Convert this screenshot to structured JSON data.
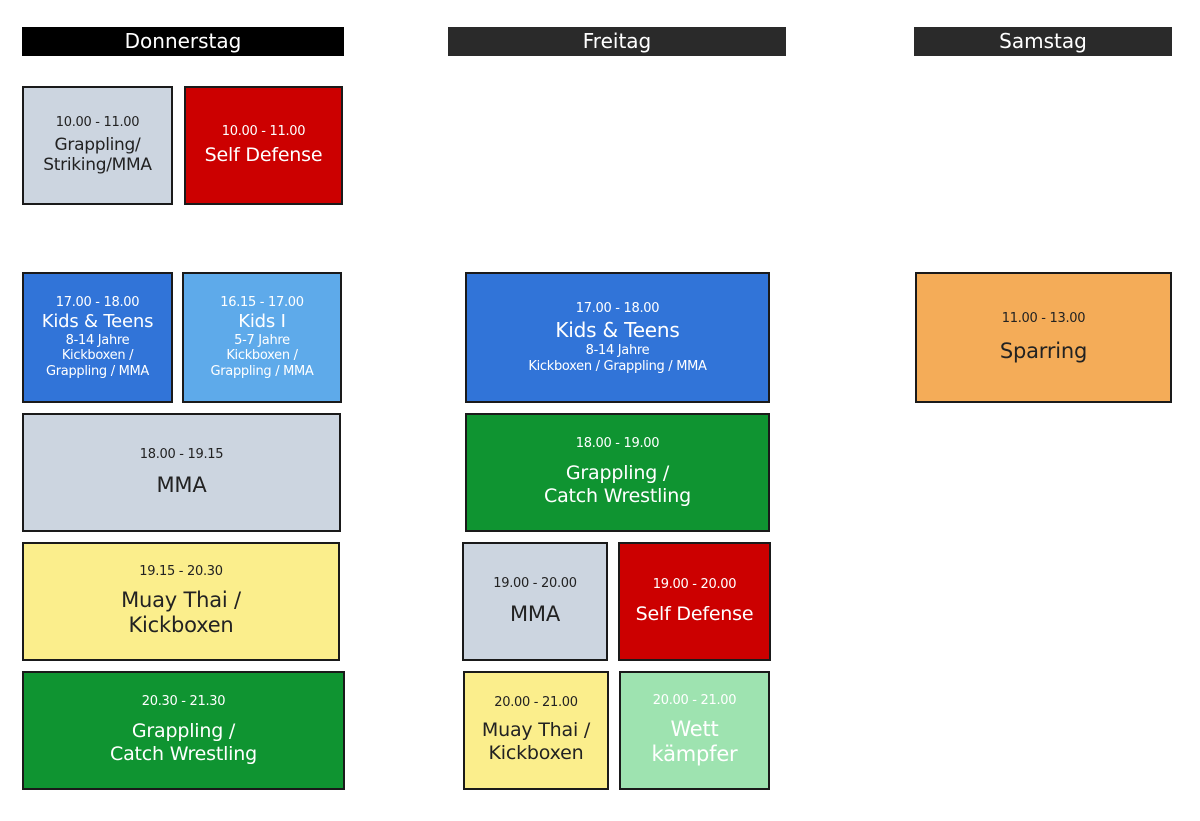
{
  "days": {
    "thursday": "Donnerstag",
    "friday": "Freitag",
    "saturday": "Samstag"
  },
  "sessions": {
    "do_grappling_striking": {
      "time": "10.00 - 11.00",
      "name_1": "Grappling/",
      "name_2": "Striking/MMA"
    },
    "do_self_defense": {
      "time": "10.00 - 11.00",
      "name": "Self Defense"
    },
    "do_kids_teens": {
      "time": "17.00 - 18.00",
      "name": "Kids & Teens",
      "age": "8-14 Jahre",
      "disc_1": "Kickboxen /",
      "disc_2": "Grappling / MMA"
    },
    "do_kids_1": {
      "time": "16.15 - 17.00",
      "name": "Kids I",
      "age": "5-7 Jahre",
      "disc_1": "Kickboxen /",
      "disc_2": "Grappling / MMA"
    },
    "do_mma": {
      "time": "18.00 - 19.15",
      "name": "MMA"
    },
    "do_muay_thai": {
      "time": "19.15 - 20.30",
      "name_1": "Muay Thai /",
      "name_2": "Kickboxen"
    },
    "do_grappling_catch": {
      "time": "20.30 - 21.30",
      "name_1": "Grappling /",
      "name_2": "Catch Wrestling"
    },
    "fr_kids_teens": {
      "time": "17.00 - 18.00",
      "name": "Kids & Teens",
      "age": "8-14 Jahre",
      "disc": "Kickboxen / Grappling / MMA"
    },
    "fr_grappling_catch": {
      "time": "18.00 - 19.00",
      "name_1": "Grappling /",
      "name_2": "Catch Wrestling"
    },
    "fr_mma": {
      "time": "19.00 - 20.00",
      "name": "MMA"
    },
    "fr_self_defense": {
      "time": "19.00 - 20.00",
      "name": "Self Defense"
    },
    "fr_muay_thai": {
      "time": "20.00 - 21.00",
      "name_1": "Muay Thai /",
      "name_2": "Kickboxen"
    },
    "fr_wettkaempfer": {
      "time": "20.00 - 21.00",
      "name_1": "Wett",
      "name_2": "kämpfer"
    },
    "sa_sparring": {
      "time": "11.00 - 13.00",
      "name": "Sparring"
    }
  },
  "colors": {
    "gray": "#ccd5e0",
    "red": "#cc0000",
    "blue": "#3174d8",
    "light_blue": "#5eaaea",
    "yellow": "#fbee8c",
    "green": "#0f9431",
    "mint": "#9ee3b0",
    "orange": "#f4ac58"
  }
}
